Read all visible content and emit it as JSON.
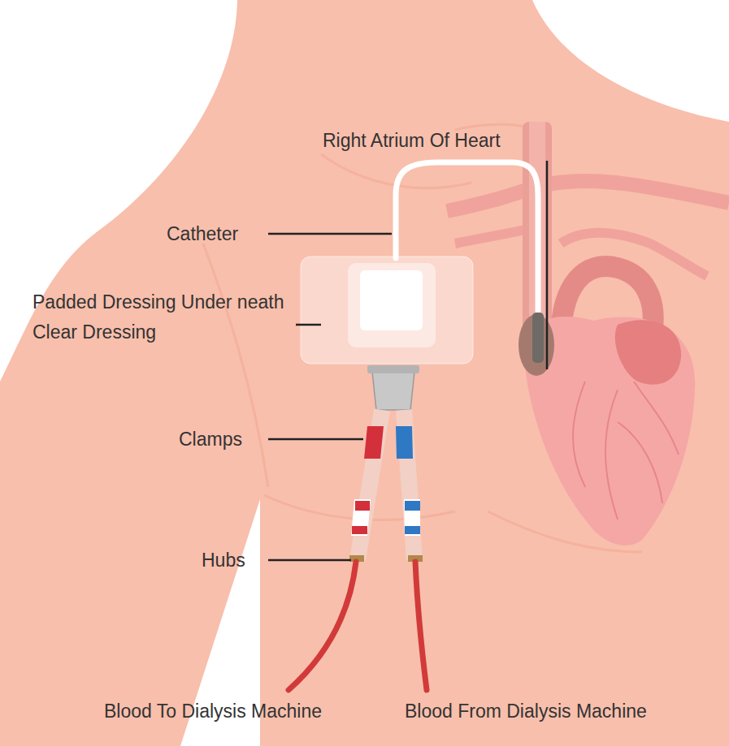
{
  "diagram": {
    "labels": [
      "Right Atrium Of Heart",
      "Catheter",
      "Padded Dressing Under neath Clear Dressing",
      "Clamps",
      "Hubs",
      "Blood To Dialysis Machine",
      "Blood From Dialysis Machine"
    ]
  }
}
